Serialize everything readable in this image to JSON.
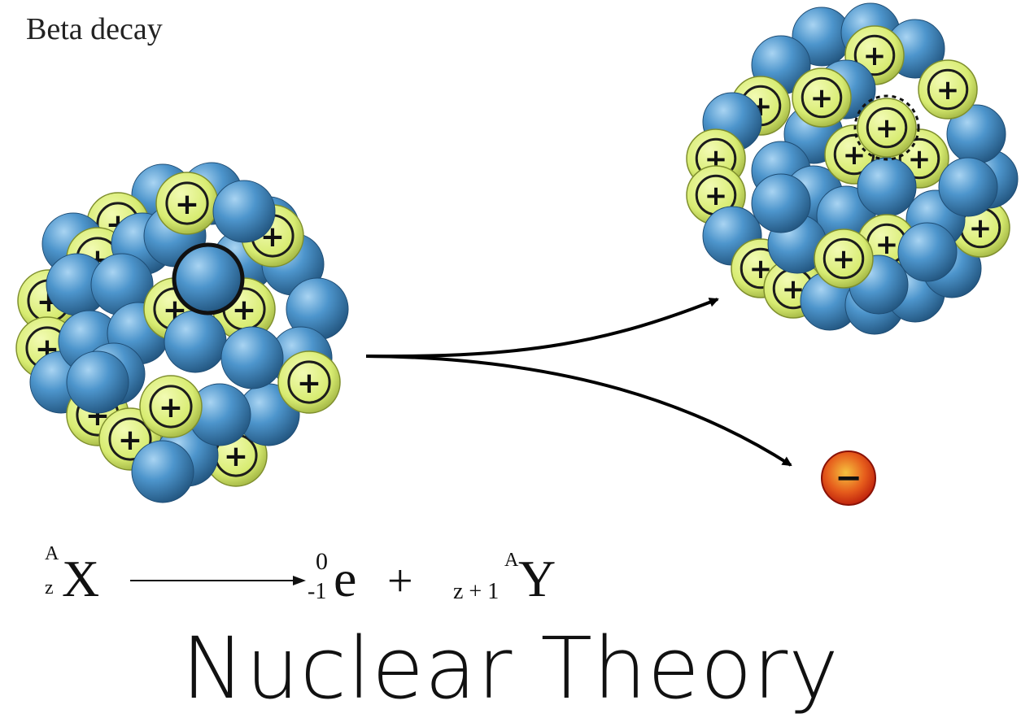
{
  "diagram": {
    "title": "Beta decay",
    "parent_nucleus": "parent-nucleus",
    "daughter_nucleus": "daughter-nucleus",
    "proton_symbol": "+",
    "electron_symbol": "−",
    "colors": {
      "neutron": "#3f86bf",
      "proton": "#d8ec72",
      "proton_rim": "#1c1c1c",
      "electron": "#e02a12",
      "electron_core": "#f6c13e",
      "arrow": "#000000"
    }
  },
  "equation": {
    "parent_symbol": "X",
    "parent_mass": "A",
    "parent_atomic": "z",
    "product_electron": "e",
    "electron_mass": "0",
    "electron_charge": "-1",
    "plus": "+",
    "daughter_symbol": "Y",
    "daughter_mass": "A",
    "daughter_atomic": "z + 1"
  },
  "slide": {
    "title": "Nuclear Theory"
  }
}
